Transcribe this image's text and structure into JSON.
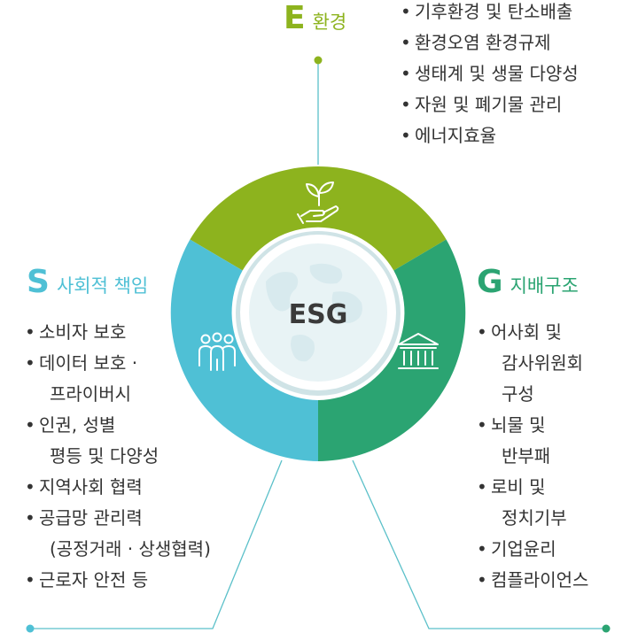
{
  "center": {
    "label": "ESG"
  },
  "colors": {
    "environment": "#8db31e",
    "social": "#4fc0d5",
    "governance": "#2ba472",
    "line": "#5bc0c9"
  },
  "environment": {
    "letter": "E",
    "title": "환경",
    "icon": "plant-hand-icon",
    "items": [
      [
        "기후환경 및 탄소배출"
      ],
      [
        "환경오염 환경규제"
      ],
      [
        "생태계 및 생물 다양성"
      ],
      [
        "자원 및 폐기물 관리"
      ],
      [
        "에너지효율"
      ]
    ]
  },
  "social": {
    "letter": "S",
    "title": "사회적 책임",
    "icon": "people-group-icon",
    "items": [
      [
        "소비자 보호"
      ],
      [
        "데이터 보호 ·",
        "프라이버시"
      ],
      [
        "인권, 성별",
        "평등 및 다양성"
      ],
      [
        "지역사회 협력"
      ],
      [
        "공급망 관리력",
        "(공정거래 · 상생협력)"
      ],
      [
        "근로자 안전 등"
      ]
    ]
  },
  "governance": {
    "letter": "G",
    "title": "지배구조",
    "icon": "institution-building-icon",
    "items": [
      [
        "어사회 및",
        "감사위원회",
        "구성"
      ],
      [
        "뇌물 및",
        "반부패"
      ],
      [
        "로비 및",
        "정치기부"
      ],
      [
        "기업윤리"
      ],
      [
        "컴플라이언스"
      ]
    ]
  }
}
